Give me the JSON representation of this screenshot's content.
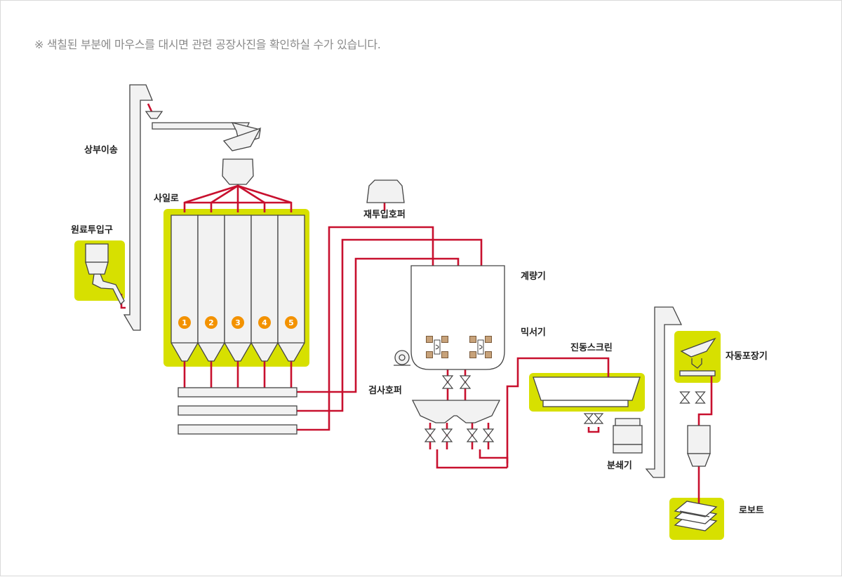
{
  "notice": "※ 색칠된 부분에 마우스를 대시면 관련 공장사진을 확인하실 수가 있습니다.",
  "colors": {
    "highlight": "#d7e000",
    "pipe": "#c8102e",
    "silo_badge": "#f39200",
    "equipment_fill": "#f2f2f2",
    "equipment_stroke": "#444444"
  },
  "labels": {
    "upper_elevator": "상부이송",
    "raw_material_inlet": "원료투입구",
    "silo": "사일로",
    "reinput_hopper": "재투입호퍼",
    "weigher": "계량기",
    "mixer": "믹서기",
    "inspection_hopper": "검사호퍼",
    "vibrating_screen": "진동스크린",
    "crusher": "분쇄기",
    "auto_packer": "자동포장기",
    "robot": "로보트"
  },
  "silos": [
    "1",
    "2",
    "3",
    "4",
    "5"
  ]
}
